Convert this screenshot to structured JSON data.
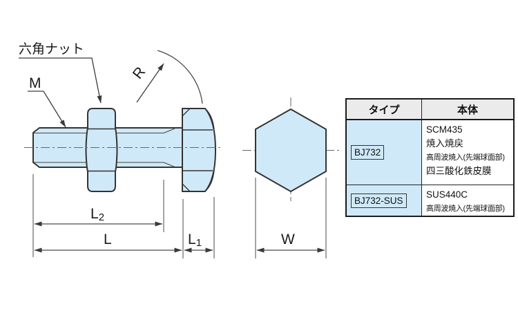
{
  "drawing": {
    "labels": {
      "hex_nut": "六角ナット",
      "thread_m": "M",
      "radius_r": "R",
      "dim_l2": {
        "main": "L",
        "sub": "2"
      },
      "dim_l": "L",
      "dim_l1": {
        "main": "L",
        "sub": "1"
      },
      "dim_w": "W"
    },
    "colors": {
      "part_fill": "#cfe9f8",
      "outline": "#333333",
      "dim_line": "#4a4a4a",
      "centerline": "#666666"
    }
  },
  "table": {
    "headers": [
      {
        "label": "タイプ"
      },
      {
        "label": "本体"
      }
    ],
    "rows": [
      {
        "type_code": "BJ732",
        "body_lines": [
          "SCM435",
          "焼入焼戻",
          "高周波焼入(先端球面部)",
          "四三酸化鉄皮膜"
        ]
      },
      {
        "type_code": "BJ732-SUS",
        "body_lines": [
          "SUS440C",
          "高周波焼入(先端球面部)"
        ]
      }
    ],
    "colors": {
      "header_bg": "#ebebeb",
      "type_cell_bg": "#cfe9f8",
      "border": "#1a1a1a"
    }
  }
}
